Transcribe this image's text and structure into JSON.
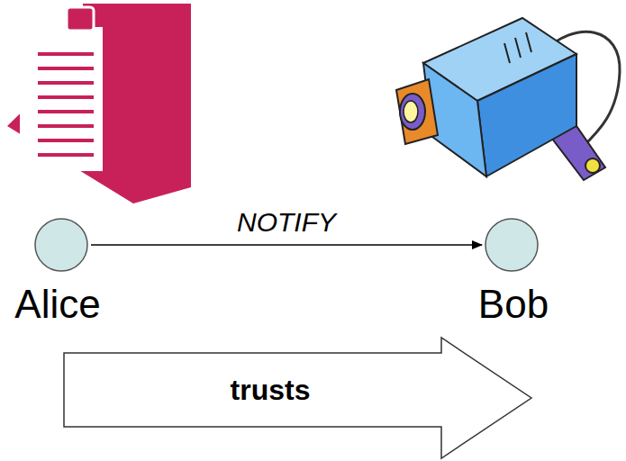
{
  "diagram": {
    "nodes": [
      {
        "text": [
          "Alice"
        ]
      },
      {
        "text": [
          "Bob"
        ]
      },
      {
        "text": [
          "trusts"
        ]
      }
    ],
    "edges": [
      {
        "from": 0,
        "to": 1,
        "label": "NOTIFY",
        "arrow": "to"
      }
    ]
  }
}
